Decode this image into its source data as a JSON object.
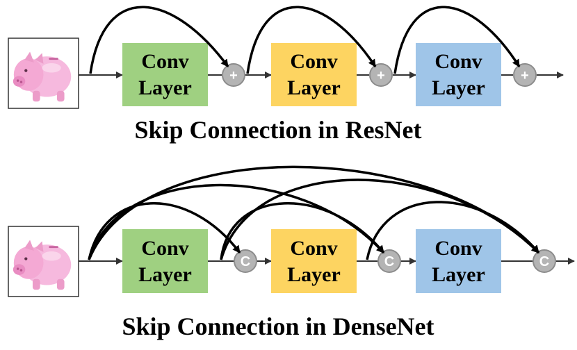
{
  "resnet": {
    "caption": "Skip Connection in ResNet",
    "layers": [
      {
        "line1": "Conv",
        "line2": "Layer",
        "color": "#9fd081"
      },
      {
        "line1": "Conv",
        "line2": "Layer",
        "color": "#fdd461"
      },
      {
        "line1": "Conv",
        "line2": "Layer",
        "color": "#9fc5e8"
      }
    ],
    "operator_symbol": "+"
  },
  "densenet": {
    "caption": "Skip Connection in DenseNet",
    "layers": [
      {
        "line1": "Conv",
        "line2": "Layer",
        "color": "#9fd081"
      },
      {
        "line1": "Conv",
        "line2": "Layer",
        "color": "#fdd461"
      },
      {
        "line1": "Conv",
        "line2": "Layer",
        "color": "#9fc5e8"
      }
    ],
    "operator_symbol": "C"
  },
  "colors": {
    "operator_fill": "#b4b4b4",
    "operator_stroke": "#8c8c8c",
    "piggy_pink": "#f6b9de",
    "arrow": "#000000"
  }
}
